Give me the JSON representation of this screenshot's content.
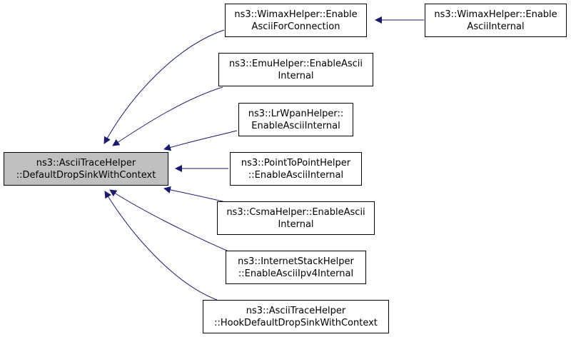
{
  "colors": {
    "background": "#ffffff",
    "edge": "#191970",
    "node_fill": "#ffffff",
    "node_border": "#000000",
    "root_fill": "#bfbfbf",
    "text": "#000000"
  },
  "nodes": [
    {
      "id": "root",
      "role": "root",
      "lines": [
        "ns3::AsciiTraceHelper",
        "::DefaultDropSinkWithContext"
      ]
    },
    {
      "id": "wimax_conn",
      "role": "caller",
      "lines": [
        "ns3::WimaxHelper::Enable",
        "AsciiForConnection"
      ]
    },
    {
      "id": "wimax_internal",
      "role": "caller",
      "lines": [
        "ns3::WimaxHelper::Enable",
        "AsciiInternal"
      ]
    },
    {
      "id": "emu",
      "role": "caller",
      "lines": [
        "ns3::EmuHelper::EnableAscii",
        "Internal"
      ]
    },
    {
      "id": "lrwpan",
      "role": "caller",
      "lines": [
        "ns3::LrWpanHelper::",
        "EnableAsciiInternal"
      ]
    },
    {
      "id": "p2p",
      "role": "caller",
      "lines": [
        "ns3::PointToPointHelper",
        "::EnableAsciiInternal"
      ]
    },
    {
      "id": "csma",
      "role": "caller",
      "lines": [
        "ns3::CsmaHelper::EnableAscii",
        "Internal"
      ]
    },
    {
      "id": "internet",
      "role": "caller",
      "lines": [
        "ns3::InternetStackHelper",
        "::EnableAsciiIpv4Internal"
      ]
    },
    {
      "id": "hook",
      "role": "caller",
      "lines": [
        "ns3::AsciiTraceHelper",
        "::HookDefaultDropSinkWithContext"
      ]
    }
  ],
  "edges": [
    {
      "from": "wimax_conn",
      "to": "root"
    },
    {
      "from": "emu",
      "to": "root"
    },
    {
      "from": "lrwpan",
      "to": "root"
    },
    {
      "from": "p2p",
      "to": "root"
    },
    {
      "from": "csma",
      "to": "root"
    },
    {
      "from": "internet",
      "to": "root"
    },
    {
      "from": "hook",
      "to": "root"
    },
    {
      "from": "wimax_internal",
      "to": "wimax_conn"
    }
  ]
}
